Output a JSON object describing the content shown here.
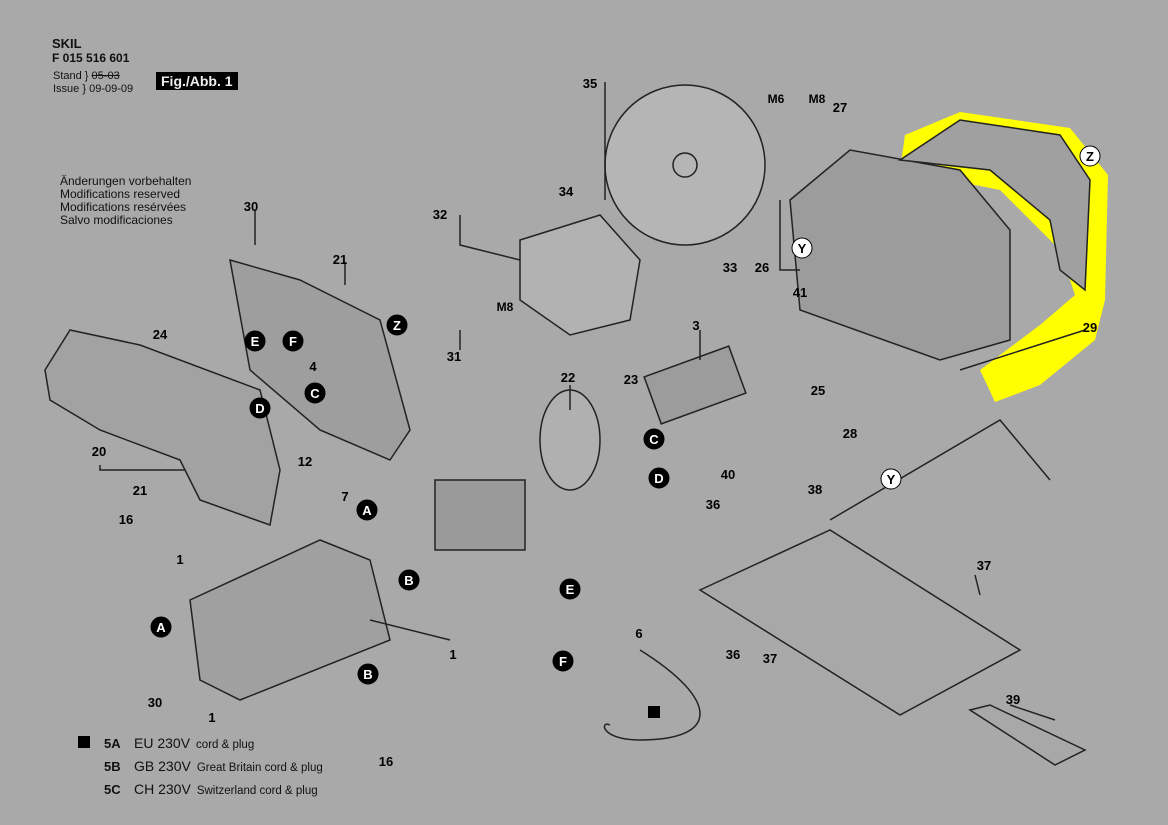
{
  "header": {
    "brand": "SKIL",
    "part_number": "F 015 516 601",
    "stand_label": "Stand",
    "stand_value": "05-03",
    "issue_label": "Issue",
    "issue_value": "09-09-09",
    "figure": "Fig./Abb. 1"
  },
  "notes": [
    "Änderungen vorbehalten",
    "Modifications reserved",
    "Modifications resérvées",
    "Salvo modificaciones"
  ],
  "legend": [
    {
      "code": "5A",
      "voltage": "EU 230V",
      "desc": "cord & plug",
      "marker": "black-square"
    },
    {
      "code": "5B",
      "voltage": "GB 230V",
      "desc": "Great Britain cord & plug"
    },
    {
      "code": "5C",
      "voltage": "CH 230V",
      "desc": "Switzerland cord & plug"
    }
  ],
  "highlight_color": "#ffff00",
  "callouts": [
    "35",
    "M6",
    "M8",
    "27",
    "34",
    "32",
    "30",
    "21",
    "26",
    "33",
    "41",
    "29",
    "24",
    "M8",
    "31",
    "4",
    "3",
    "25",
    "22",
    "23",
    "28",
    "12",
    "7",
    "20",
    "21",
    "40",
    "38",
    "36",
    "16",
    "1",
    "37",
    "6",
    "1",
    "36",
    "37",
    "30",
    "1",
    "16",
    "39"
  ],
  "circle_markers": [
    "Z",
    "Y",
    "Z",
    "E",
    "F",
    "C",
    "D",
    "C",
    "D",
    "Y",
    "A",
    "B",
    "A",
    "E",
    "F",
    "B"
  ]
}
